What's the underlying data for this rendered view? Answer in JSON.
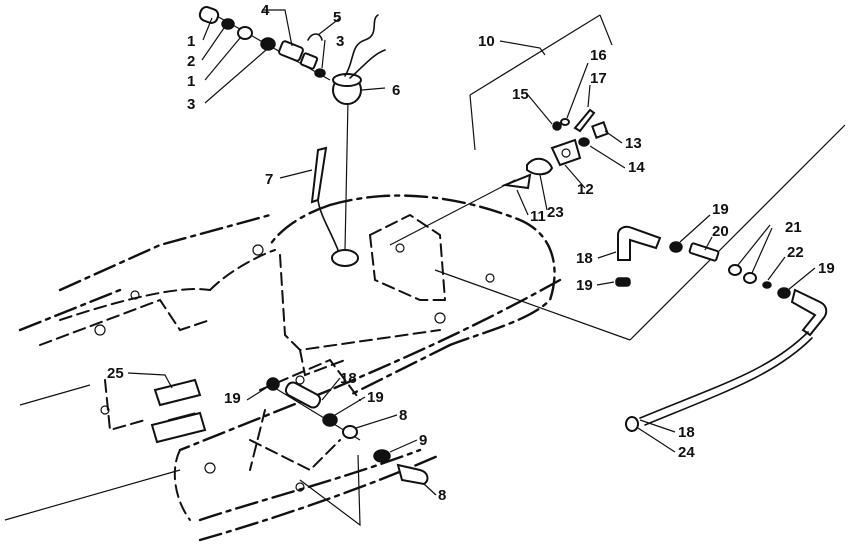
{
  "callouts": [
    {
      "id": "c1a",
      "text": "1"
    },
    {
      "id": "c2",
      "text": "2"
    },
    {
      "id": "c1b",
      "text": "1"
    },
    {
      "id": "c3a",
      "text": "3"
    },
    {
      "id": "c4",
      "text": "4"
    },
    {
      "id": "c5",
      "text": "5"
    },
    {
      "id": "c3b",
      "text": "3"
    },
    {
      "id": "c6",
      "text": "6"
    },
    {
      "id": "c7",
      "text": "7"
    },
    {
      "id": "c10",
      "text": "10"
    },
    {
      "id": "c16",
      "text": "16"
    },
    {
      "id": "c17",
      "text": "17"
    },
    {
      "id": "c15",
      "text": "15"
    },
    {
      "id": "c13",
      "text": "13"
    },
    {
      "id": "c14",
      "text": "14"
    },
    {
      "id": "c12",
      "text": "12"
    },
    {
      "id": "c23",
      "text": "23"
    },
    {
      "id": "c11",
      "text": "11"
    },
    {
      "id": "c19a",
      "text": "19"
    },
    {
      "id": "c20",
      "text": "20"
    },
    {
      "id": "c21",
      "text": "21"
    },
    {
      "id": "c18a",
      "text": "18"
    },
    {
      "id": "c22",
      "text": "22"
    },
    {
      "id": "c19b",
      "text": "19"
    },
    {
      "id": "c19c",
      "text": "19"
    },
    {
      "id": "c25",
      "text": "25"
    },
    {
      "id": "c18b",
      "text": "18"
    },
    {
      "id": "c19d",
      "text": "19"
    },
    {
      "id": "c19e",
      "text": "19"
    },
    {
      "id": "c8a",
      "text": "8"
    },
    {
      "id": "c9",
      "text": "9"
    },
    {
      "id": "c8b",
      "text": "8"
    },
    {
      "id": "c18c",
      "text": "18"
    },
    {
      "id": "c24",
      "text": "24"
    }
  ]
}
